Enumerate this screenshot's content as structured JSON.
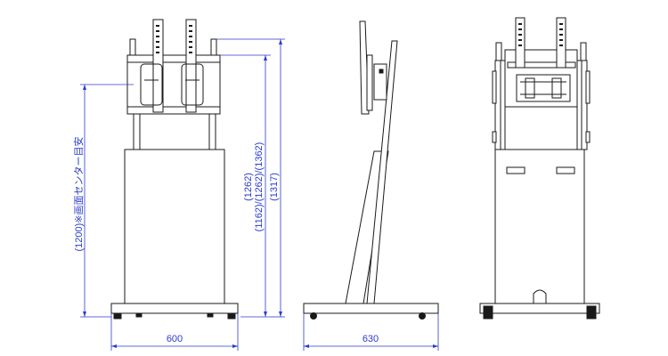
{
  "dimensions": {
    "front_width": "600",
    "side_depth": "630",
    "screen_center_height": "(1200)※画面センター目安",
    "column_height_a": "(1262)",
    "column_height_b": "(1162)/(1262)/(1362)",
    "overall_height": "(1317)"
  },
  "colors": {
    "dimension": "#2b3cc9",
    "line": "#1a1a1a"
  }
}
